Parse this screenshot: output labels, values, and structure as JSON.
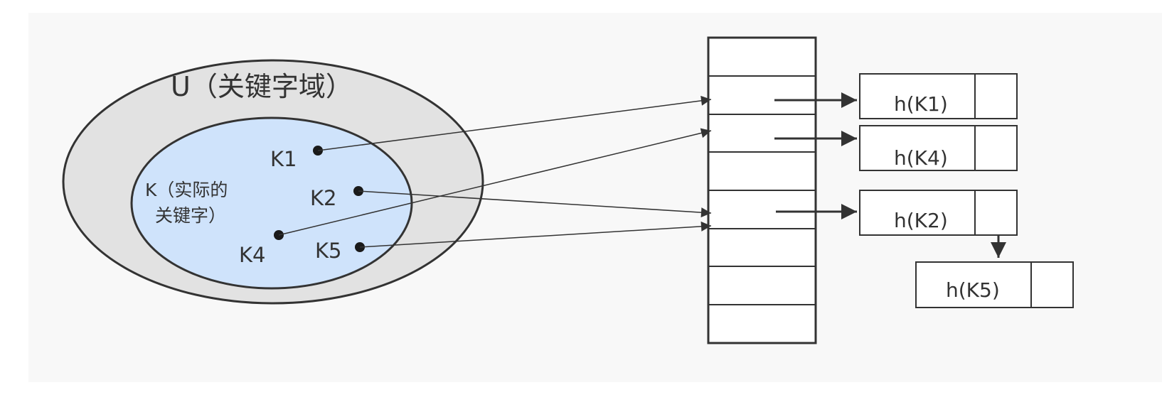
{
  "universe": {
    "label": "U（关键字域）"
  },
  "actual_keys": {
    "label_line1": "K（实际的",
    "label_line2": "关键字）"
  },
  "keys": [
    {
      "id": "K1",
      "label": "K1"
    },
    {
      "id": "K2",
      "label": "K2"
    },
    {
      "id": "K4",
      "label": "K4"
    },
    {
      "id": "K5",
      "label": "K5"
    }
  ],
  "hash_table": {
    "slot_count": 8
  },
  "nodes": [
    {
      "id": "hK1",
      "label": "h(K1)"
    },
    {
      "id": "hK4",
      "label": "h(K4)"
    },
    {
      "id": "hK2",
      "label": "h(K2)"
    },
    {
      "id": "hK5",
      "label": "h(K5)"
    }
  ],
  "colors": {
    "outer_fill": "#e2e2e2",
    "inner_fill": "#cfe3fb",
    "stroke": "#333333"
  }
}
